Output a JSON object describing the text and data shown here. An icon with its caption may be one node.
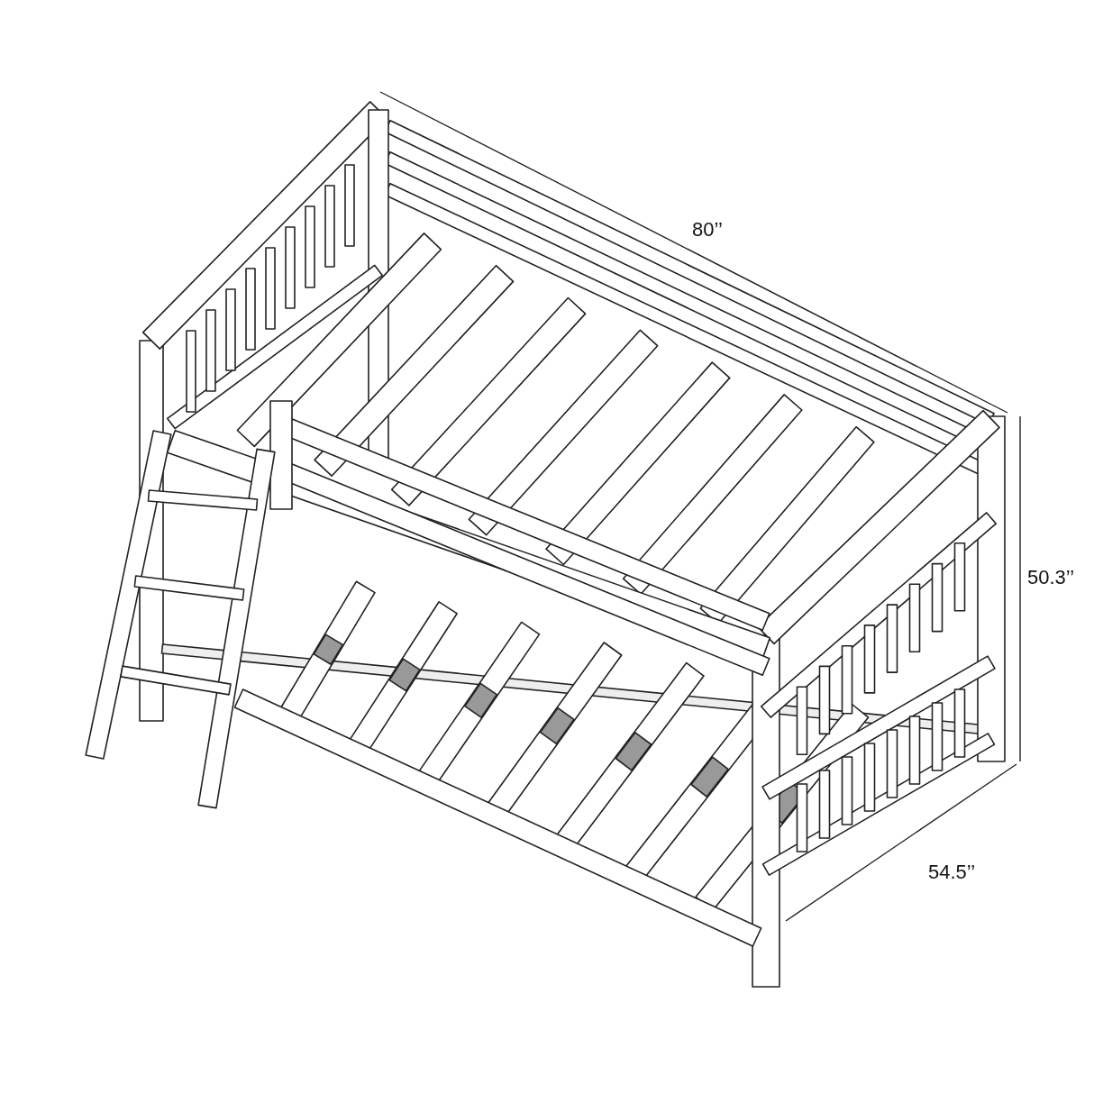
{
  "diagram": {
    "labels": [
      "80’’",
      "50.3’’",
      "54.5’’"
    ]
  }
}
